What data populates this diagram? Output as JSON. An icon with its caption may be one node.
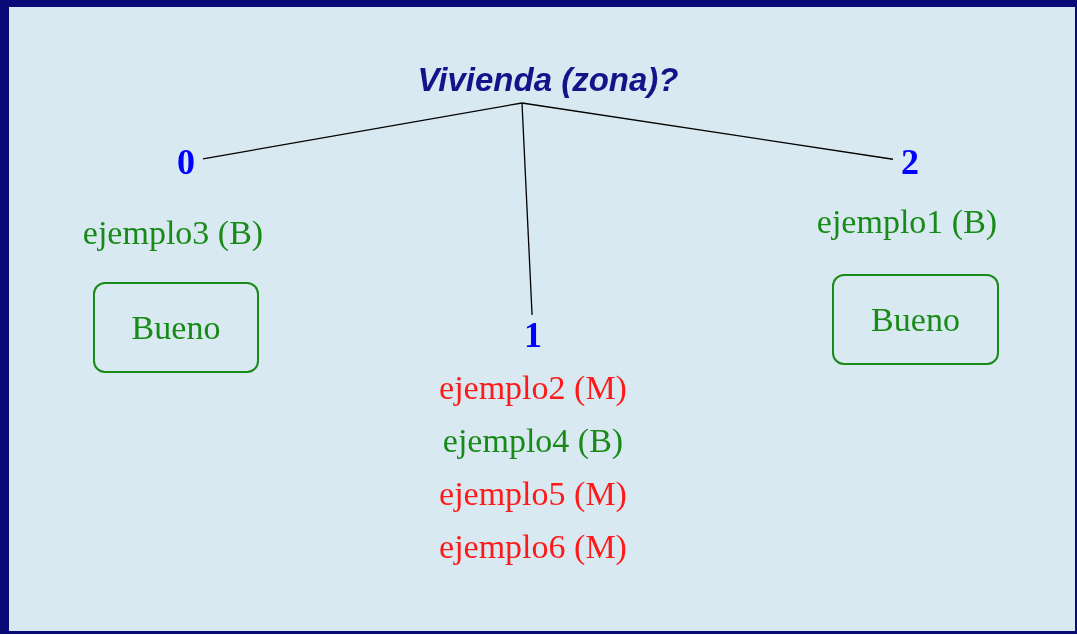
{
  "diagram": {
    "nodes": [
      {
        "text": [
          "Vivienda (zona)?"
        ]
      },
      {
        "text": [
          "0"
        ],
        "beside": [
          "ejemplo3 (B)"
        ]
      },
      {
        "text": [
          "2"
        ],
        "beside": [
          "ejemplo1 (B)"
        ]
      },
      {
        "text": [
          "1"
        ],
        "beside": [
          "ejemplo2 (M)",
          "ejemplo4 (B)",
          "ejemplo5 (M)",
          "ejemplo6 (M)"
        ]
      },
      {
        "text": [
          "Bueno"
        ]
      },
      {
        "text": [
          "Bueno"
        ]
      }
    ],
    "edges": [
      {
        "from": 0,
        "to": 1,
        "arrow": "none"
      },
      {
        "from": 0,
        "to": 3,
        "arrow": "none"
      },
      {
        "from": 0,
        "to": 2,
        "arrow": "none"
      }
    ]
  }
}
